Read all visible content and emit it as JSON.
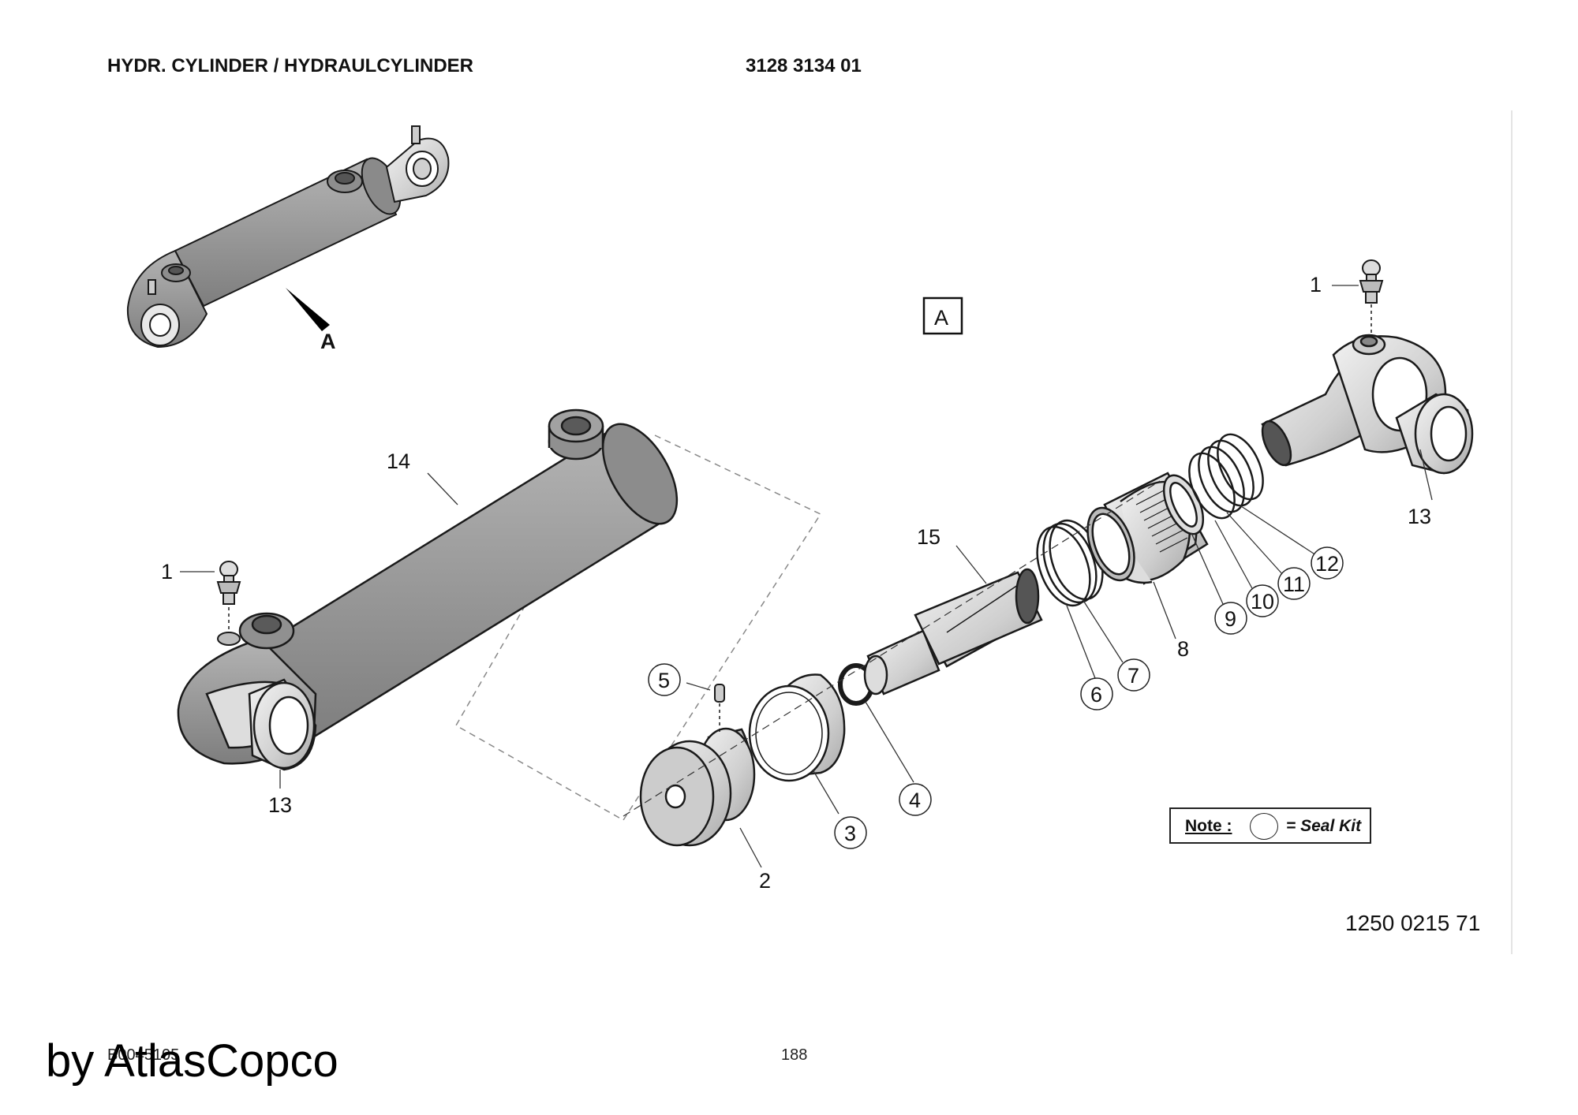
{
  "header": {
    "title": "HYDR. CYLINDER / HYDRAULCYLINDER",
    "part_number": "3128 3134 01"
  },
  "view_marker": "A",
  "view_arrow_label": "A",
  "callouts": {
    "c1a": "1",
    "c1b": "1",
    "c2": "2",
    "c3": "3",
    "c4": "4",
    "c5": "5",
    "c6": "6",
    "c7": "7",
    "c8": "8",
    "c9": "9",
    "c10": "10",
    "c11": "11",
    "c12": "12",
    "c13a": "13",
    "c13b": "13",
    "c14": "14",
    "c15": "15"
  },
  "note": {
    "label": "Note :",
    "text": "= Seal Kit"
  },
  "drawing_number": "1250 0215 71",
  "footer": {
    "code": "B0045105",
    "page": "188"
  },
  "watermark": "by AtlasCopco",
  "colors": {
    "cylinder_body": "#9a9a9a",
    "part_light": "#d6d6d6",
    "outline": "#1a1a1a"
  }
}
